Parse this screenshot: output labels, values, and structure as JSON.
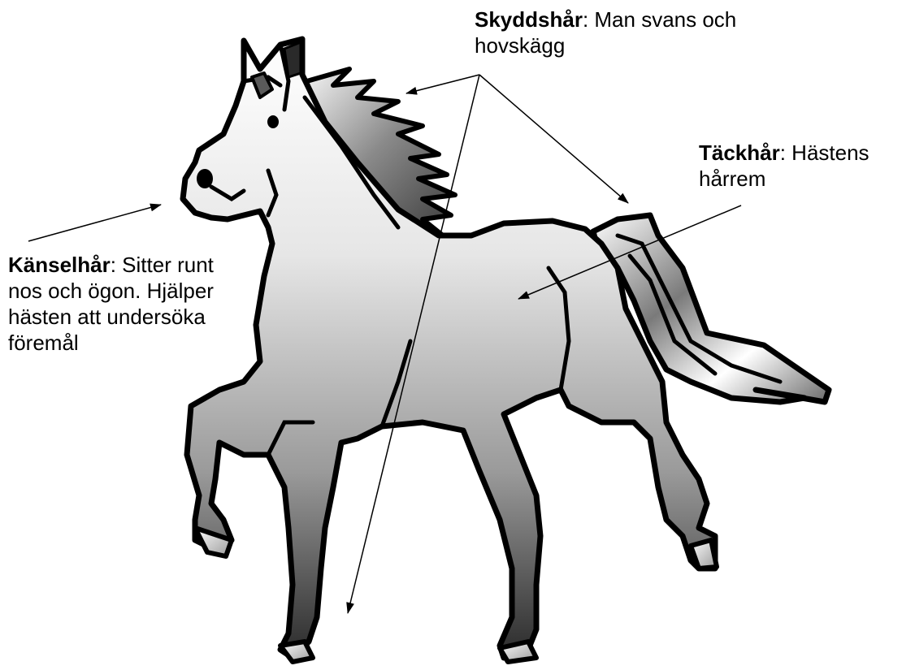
{
  "labels": {
    "skyddshar": {
      "term": "Skyddshår",
      "text": ": Man svans och hovskägg"
    },
    "tackhar": {
      "term": "Täckhår",
      "text": ": Hästens hårrem"
    },
    "kanselhar": {
      "term": "Känselhår",
      "text": ": Sitter runt nos och ögon. Hjälper hästen att undersöka föremål"
    }
  }
}
